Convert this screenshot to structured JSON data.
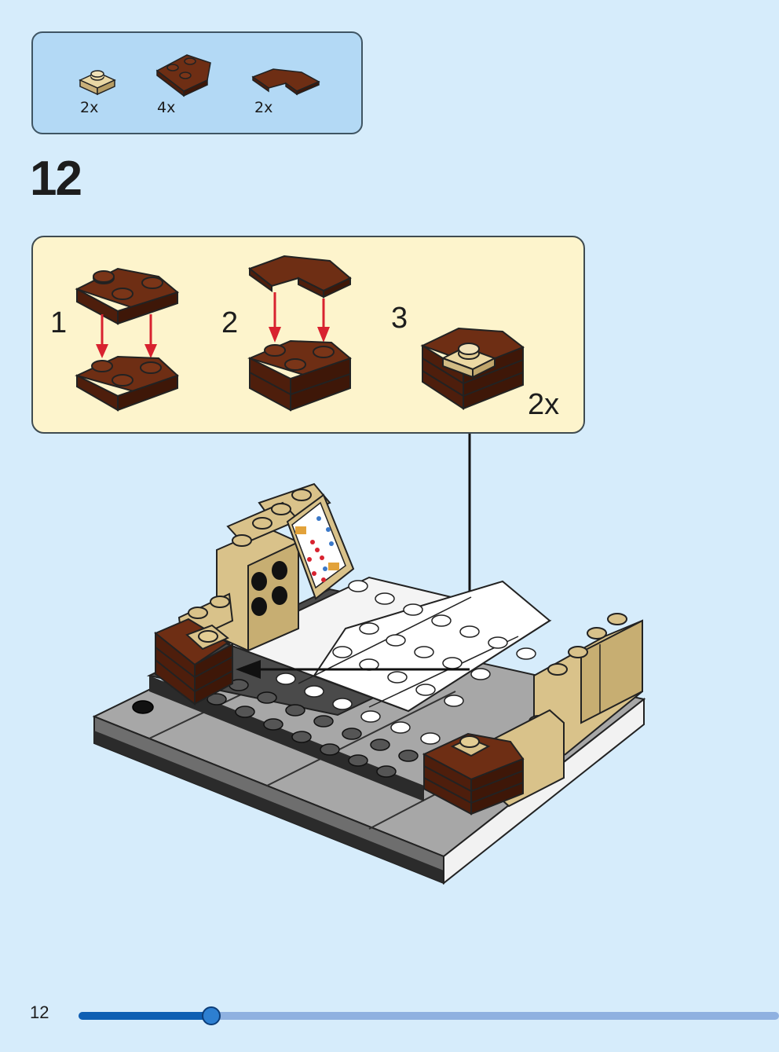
{
  "parts_list": {
    "items": [
      {
        "icon": "tan-round-plate-1x1-icon",
        "quantity": "2x"
      },
      {
        "icon": "brown-wedge-plate-2x2-icon",
        "quantity": "4x"
      },
      {
        "icon": "brown-corner-tile-2x2-icon",
        "quantity": "2x"
      }
    ]
  },
  "step": {
    "number": "12"
  },
  "substeps": {
    "items": [
      {
        "number": "1"
      },
      {
        "number": "2"
      },
      {
        "number": "3"
      }
    ],
    "multiplier": "2x"
  },
  "footer": {
    "page_number": "12",
    "progress": 0.19
  },
  "colors": {
    "background": "#d6ecfb",
    "parts_box": "#b3d9f5",
    "substep_box": "#fdf4cc",
    "brown": "#6e2e14",
    "tan": "#d9c28a",
    "arrow_red": "#d8222f",
    "progress_fill": "#0f5fb3",
    "progress_track": "#8fb1e0"
  }
}
